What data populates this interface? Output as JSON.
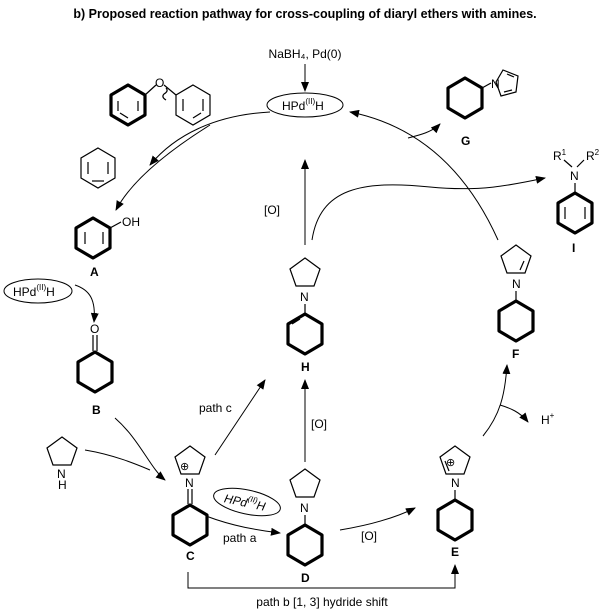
{
  "title": "b) Proposed reaction pathway for cross-coupling of diaryl ethers with amines.",
  "reagent_top": "NaBH₄, Pd(0)",
  "catalyst": {
    "main": "HPd",
    "sup": "(II)",
    "end": "H"
  },
  "labels": {
    "A": "A",
    "B": "B",
    "C": "C",
    "D": "D",
    "E": "E",
    "F": "F",
    "G": "G",
    "H": "H",
    "I": "I"
  },
  "atoms": {
    "O": "O",
    "OH": "OH",
    "N": "N",
    "NH": "N",
    "H": "H",
    "plus": "⊕",
    "R1": "R",
    "R2": "R",
    "one": "1",
    "two": "2"
  },
  "arrows": {
    "oxidant": "[O]",
    "path_a": "path a",
    "path_b": "path b  [1, 3] hydride shift",
    "path_c": "path c",
    "proton": "H",
    "proton_sup": "+"
  }
}
